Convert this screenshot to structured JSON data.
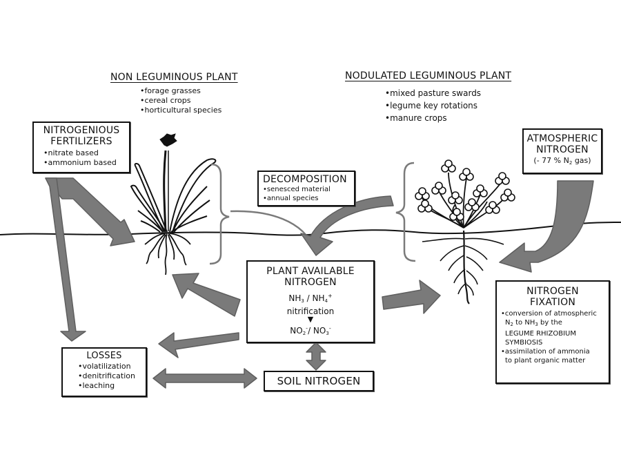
{
  "non_leguminous": {
    "title": "NON LEGUMINOUS PLANT",
    "items": [
      "forage grasses",
      "cereal crops",
      "horticultural species"
    ]
  },
  "leguminous": {
    "title": "NODULATED LEGUMINOUS PLANT",
    "items": [
      "mixed pasture swards",
      "legume key rotations",
      "manure crops"
    ]
  },
  "fertilizers": {
    "title_line1": "NITROGENIOUS",
    "title_line2": "FERTILIZERS",
    "items": [
      "nitrate based",
      "ammonium based"
    ]
  },
  "atmospheric": {
    "title_line1": "ATMOSPHERIC",
    "title_line2": "NITROGEN",
    "note_prefix": "(- 77 % N",
    "note_sub": "2",
    "note_suffix": " gas)"
  },
  "decomposition": {
    "title": "DECOMPOSITION",
    "items": [
      "senesced material",
      "annual species"
    ]
  },
  "plant_available": {
    "title_line1": "PLANT AVAILABLE",
    "title_line2": "NITROGEN",
    "nh3": "NH",
    "nh3_sub": "3",
    "sep": " / NH",
    "nh4_sub": "4",
    "nh4_sup": "+",
    "process": "nitrification",
    "no2": "NO",
    "no2_sub": "2",
    "no2_sup": "-",
    "sep2": "/ NO",
    "no3_sub": "3",
    "no3_sup": "-"
  },
  "fixation": {
    "title_line1": "NITROGEN",
    "title_line2": "FIXATION",
    "item1_a": "conversion of atmospheric",
    "item1_n": "N",
    "item1_n_sub": "2",
    "item1_b": " to NH",
    "item1_b_sub": "3",
    "item1_c": " by the",
    "item1_d": "LEGUME RHIZOBIUM",
    "item1_e": "SYMBIOSIS",
    "item2_a": "assimilation of ammonia",
    "item2_b": "to plant organic matter"
  },
  "losses": {
    "title": "LOSSES",
    "items": [
      "volatilization",
      "denitrification",
      "leaching"
    ]
  },
  "soil_nitrogen": {
    "title": "SOIL NITROGEN"
  },
  "colors": {
    "arrow_fill": "#7a7a7a",
    "arrow_stroke": "#5e5e5e",
    "line": "#111111",
    "brace": "#7a7a7a"
  }
}
